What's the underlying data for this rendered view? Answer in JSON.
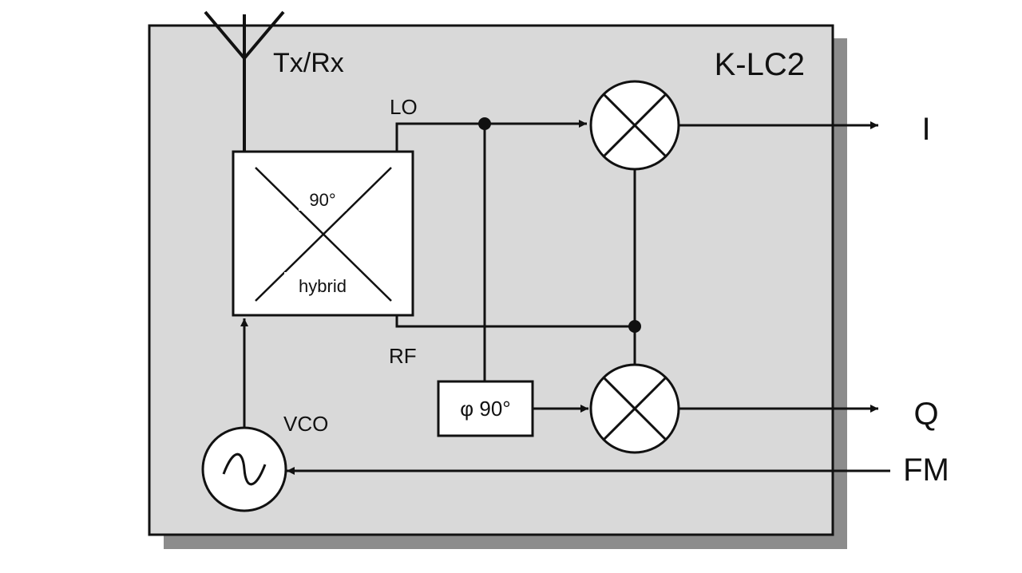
{
  "module": {
    "name": "K-LC2",
    "colors": {
      "panel": "#d9d9d9",
      "shadow": "#8c8c8c",
      "line": "#111111",
      "box": "#ffffff"
    }
  },
  "antenna": {
    "label": "Tx/Rx"
  },
  "hybrid": {
    "line1": "90°",
    "line2": "hybrid"
  },
  "ports": {
    "lo": "LO",
    "rf": "RF"
  },
  "phase_shifter": {
    "label": "φ 90°"
  },
  "vco": {
    "label": "VCO",
    "icon": "sine-wave-icon"
  },
  "mixers": [
    {
      "name": "mixer-i",
      "icon": "cross-circle-icon"
    },
    {
      "name": "mixer-q",
      "icon": "cross-circle-icon"
    }
  ],
  "outputs": {
    "i": "I",
    "q": "Q"
  },
  "inputs": {
    "fm": "FM"
  }
}
